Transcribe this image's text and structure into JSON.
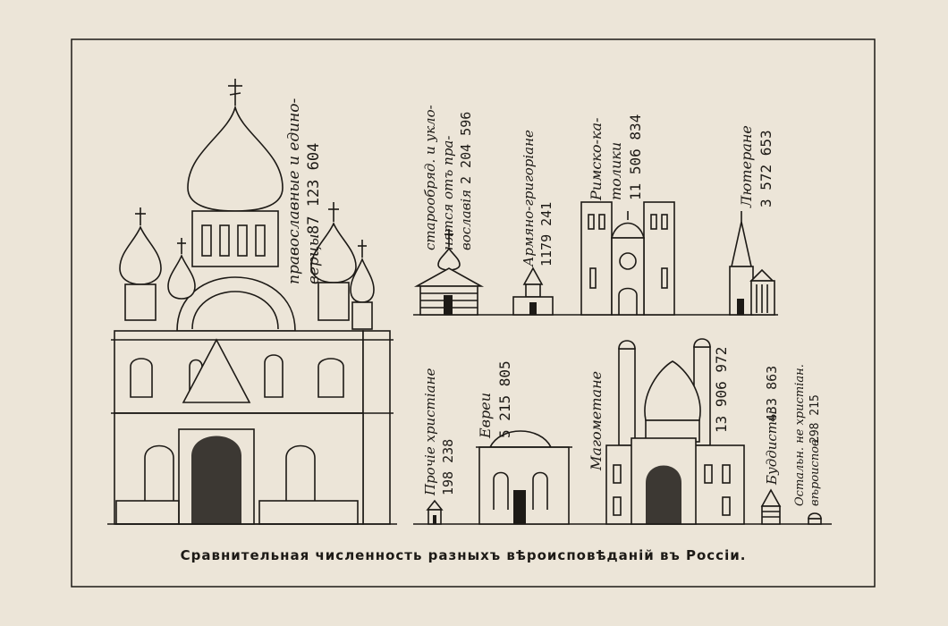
{
  "caption": "Сравнительная численность разныхъ вѣроисповѣданій въ Россіи.",
  "groups": {
    "orthodox": {
      "line1": "православные и едино-",
      "line2": "верцы",
      "number": "87 123 604"
    },
    "old_believers": {
      "line1": "старообряд. и укло-",
      "line2": "нятся отъ пра-",
      "line3": "вославія",
      "number": "2 204 596"
    },
    "armenian": {
      "line1": "Армяно-григоріане",
      "number": "1179 241"
    },
    "catholics": {
      "line1": "Римско-ка-",
      "line2": "толики",
      "number": "11 506 834"
    },
    "lutherans": {
      "line1": "Лютеране",
      "number": "3 572 653"
    },
    "other_christians": {
      "line1": "Прочіе христіане",
      "number": "198 238"
    },
    "jews": {
      "line1": "Евреи",
      "number": "5 215 805"
    },
    "muslims": {
      "line1": "Магометане",
      "number": "13 906 972"
    },
    "buddhists": {
      "line1": "Буддисты",
      "number": "433 863"
    },
    "non_christian_others": {
      "line1": "Остальн. не христіан.",
      "line2": "вѣроиспов.",
      "number": "298 215"
    }
  },
  "colors": {
    "paper": "#ece5d8",
    "ink": "#1d1a16"
  }
}
